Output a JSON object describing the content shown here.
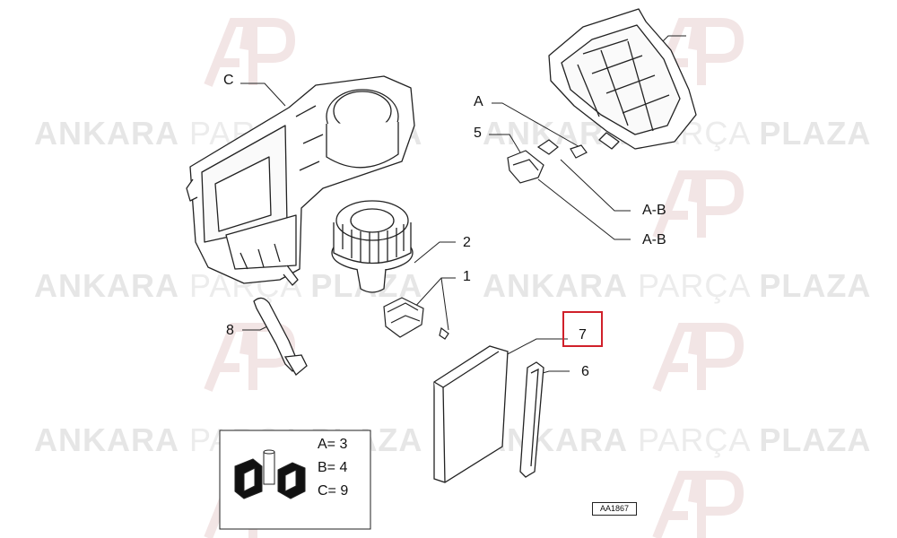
{
  "watermark": {
    "word1": "ANKARA",
    "word2": "PARÇA",
    "word3": "PLAZA",
    "logo": "AP"
  },
  "callouts": {
    "c": "C",
    "a": "A",
    "five": "5",
    "ab1": "A-B",
    "ab2": "A-B",
    "two": "2",
    "one": "1",
    "eight": "8",
    "seven": "7",
    "six": "6"
  },
  "legend": {
    "a": "A= 3",
    "b": "B= 4",
    "c": "C= 9",
    "icon": "fiat-parts-box-icon"
  },
  "reference_code": "AA1867",
  "colors": {
    "highlight": "#d0202a",
    "line": "#222222",
    "watermark": "#e6e6e6"
  }
}
